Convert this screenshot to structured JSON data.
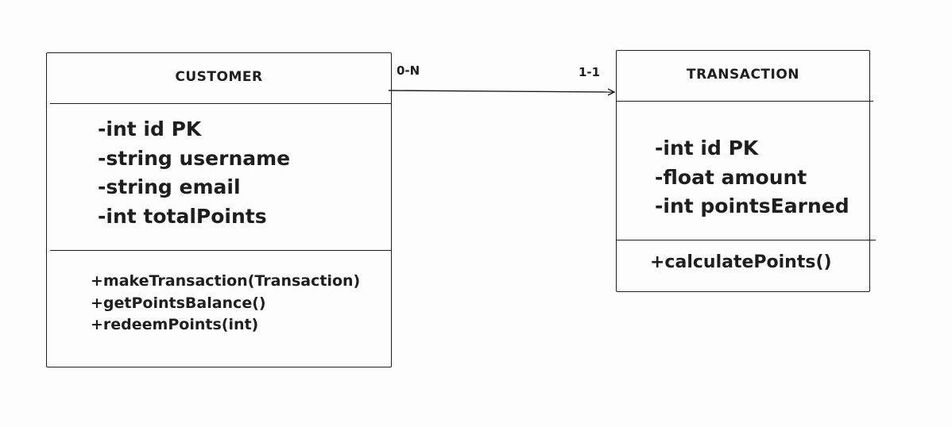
{
  "classes": {
    "customer": {
      "name": "CUSTOMER",
      "attributes": [
        "-int id PK",
        "-string username",
        "-string email",
        "-int totalPoints"
      ],
      "methods": [
        "+makeTransaction(Transaction)",
        "+getPointsBalance()",
        "+redeemPoints(int)"
      ]
    },
    "transaction": {
      "name": "TRANSACTION",
      "attributes": [
        "-int id PK",
        "-float amount",
        "-int pointsEarned"
      ],
      "methods": [
        "+calculatePoints()"
      ]
    }
  },
  "relationship": {
    "from": "CUSTOMER",
    "to": "TRANSACTION",
    "source_multiplicity": "0-N",
    "target_multiplicity": "1-1"
  },
  "colors": {
    "stroke": "#1e1e1e",
    "background": "#fdfdfd"
  }
}
